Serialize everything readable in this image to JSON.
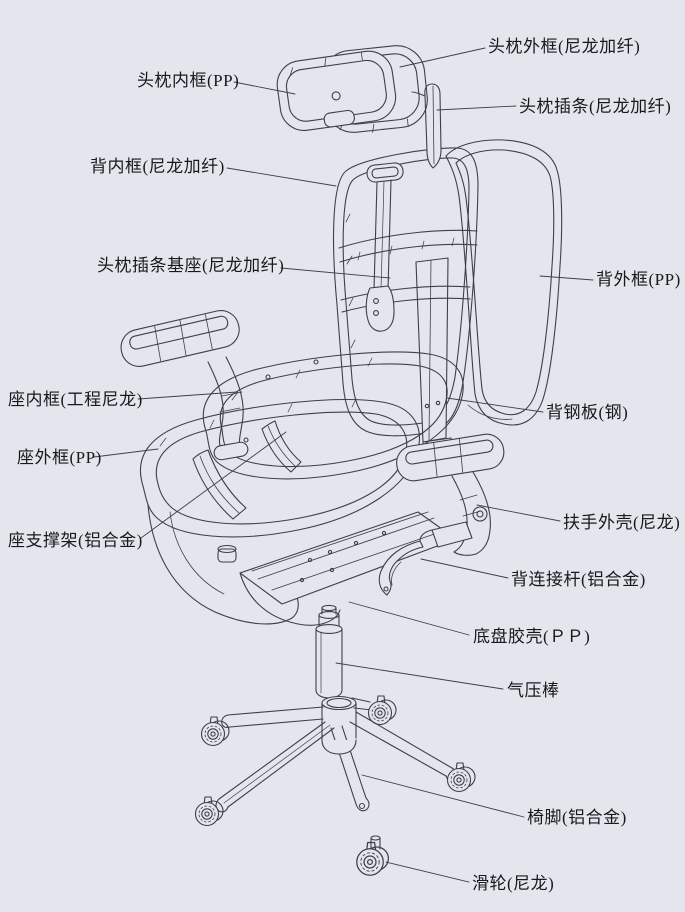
{
  "canvas": {
    "background_color": "#e3e7ed",
    "line_color": "#3d4147",
    "text_color": "#17191c"
  },
  "diagram": {
    "type": "exploded-parts-diagram",
    "subject": "ergonomic office chair components",
    "labels": [
      {
        "part": "headrest-inner-frame",
        "text": "头枕内框(PP)",
        "side": "left"
      },
      {
        "part": "back-inner-frame",
        "text": "背内框(尼龙加纤)",
        "side": "left"
      },
      {
        "part": "headrest-insert-base",
        "text": "头枕插条基座(尼龙加纤)",
        "side": "left"
      },
      {
        "part": "seat-inner-frame",
        "text": "座内框(工程尼龙)",
        "side": "left"
      },
      {
        "part": "seat-outer-frame",
        "text": "座外框(PP)",
        "side": "left"
      },
      {
        "part": "seat-support-frame",
        "text": "座支撑架(铝合金)",
        "side": "left"
      },
      {
        "part": "headrest-outer-frame",
        "text": "头枕外框(尼龙加纤)",
        "side": "right"
      },
      {
        "part": "headrest-insert",
        "text": "头枕插条(尼龙加纤)",
        "side": "right"
      },
      {
        "part": "back-outer-frame",
        "text": "背外框(PP)",
        "side": "right"
      },
      {
        "part": "back-steel-plate",
        "text": "背钢板(钢)",
        "side": "right"
      },
      {
        "part": "armrest-shell",
        "text": "扶手外壳(尼龙)",
        "side": "right"
      },
      {
        "part": "back-link-rod",
        "text": "背连接杆(铝合金)",
        "side": "right"
      },
      {
        "part": "base-plate-shell",
        "text": "底盘胶壳(ＰＰ)",
        "side": "right"
      },
      {
        "part": "gas-lift",
        "text": "气压棒",
        "side": "right"
      },
      {
        "part": "chair-base",
        "text": "椅脚(铝合金)",
        "side": "right"
      },
      {
        "part": "caster",
        "text": "滑轮(尼龙)",
        "side": "right"
      }
    ]
  }
}
